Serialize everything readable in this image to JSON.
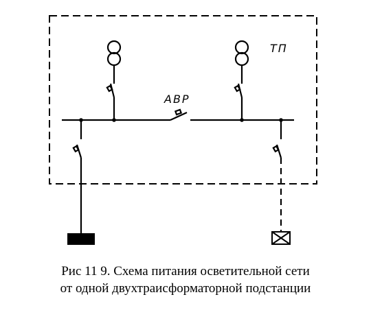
{
  "diagram": {
    "substation_label": "ТП",
    "avr_label": "АВР"
  },
  "caption": {
    "line1": "Рис 11 9. Схема питания осветительной сети",
    "line2": "от одной двухтраисформаторной подстанции"
  }
}
